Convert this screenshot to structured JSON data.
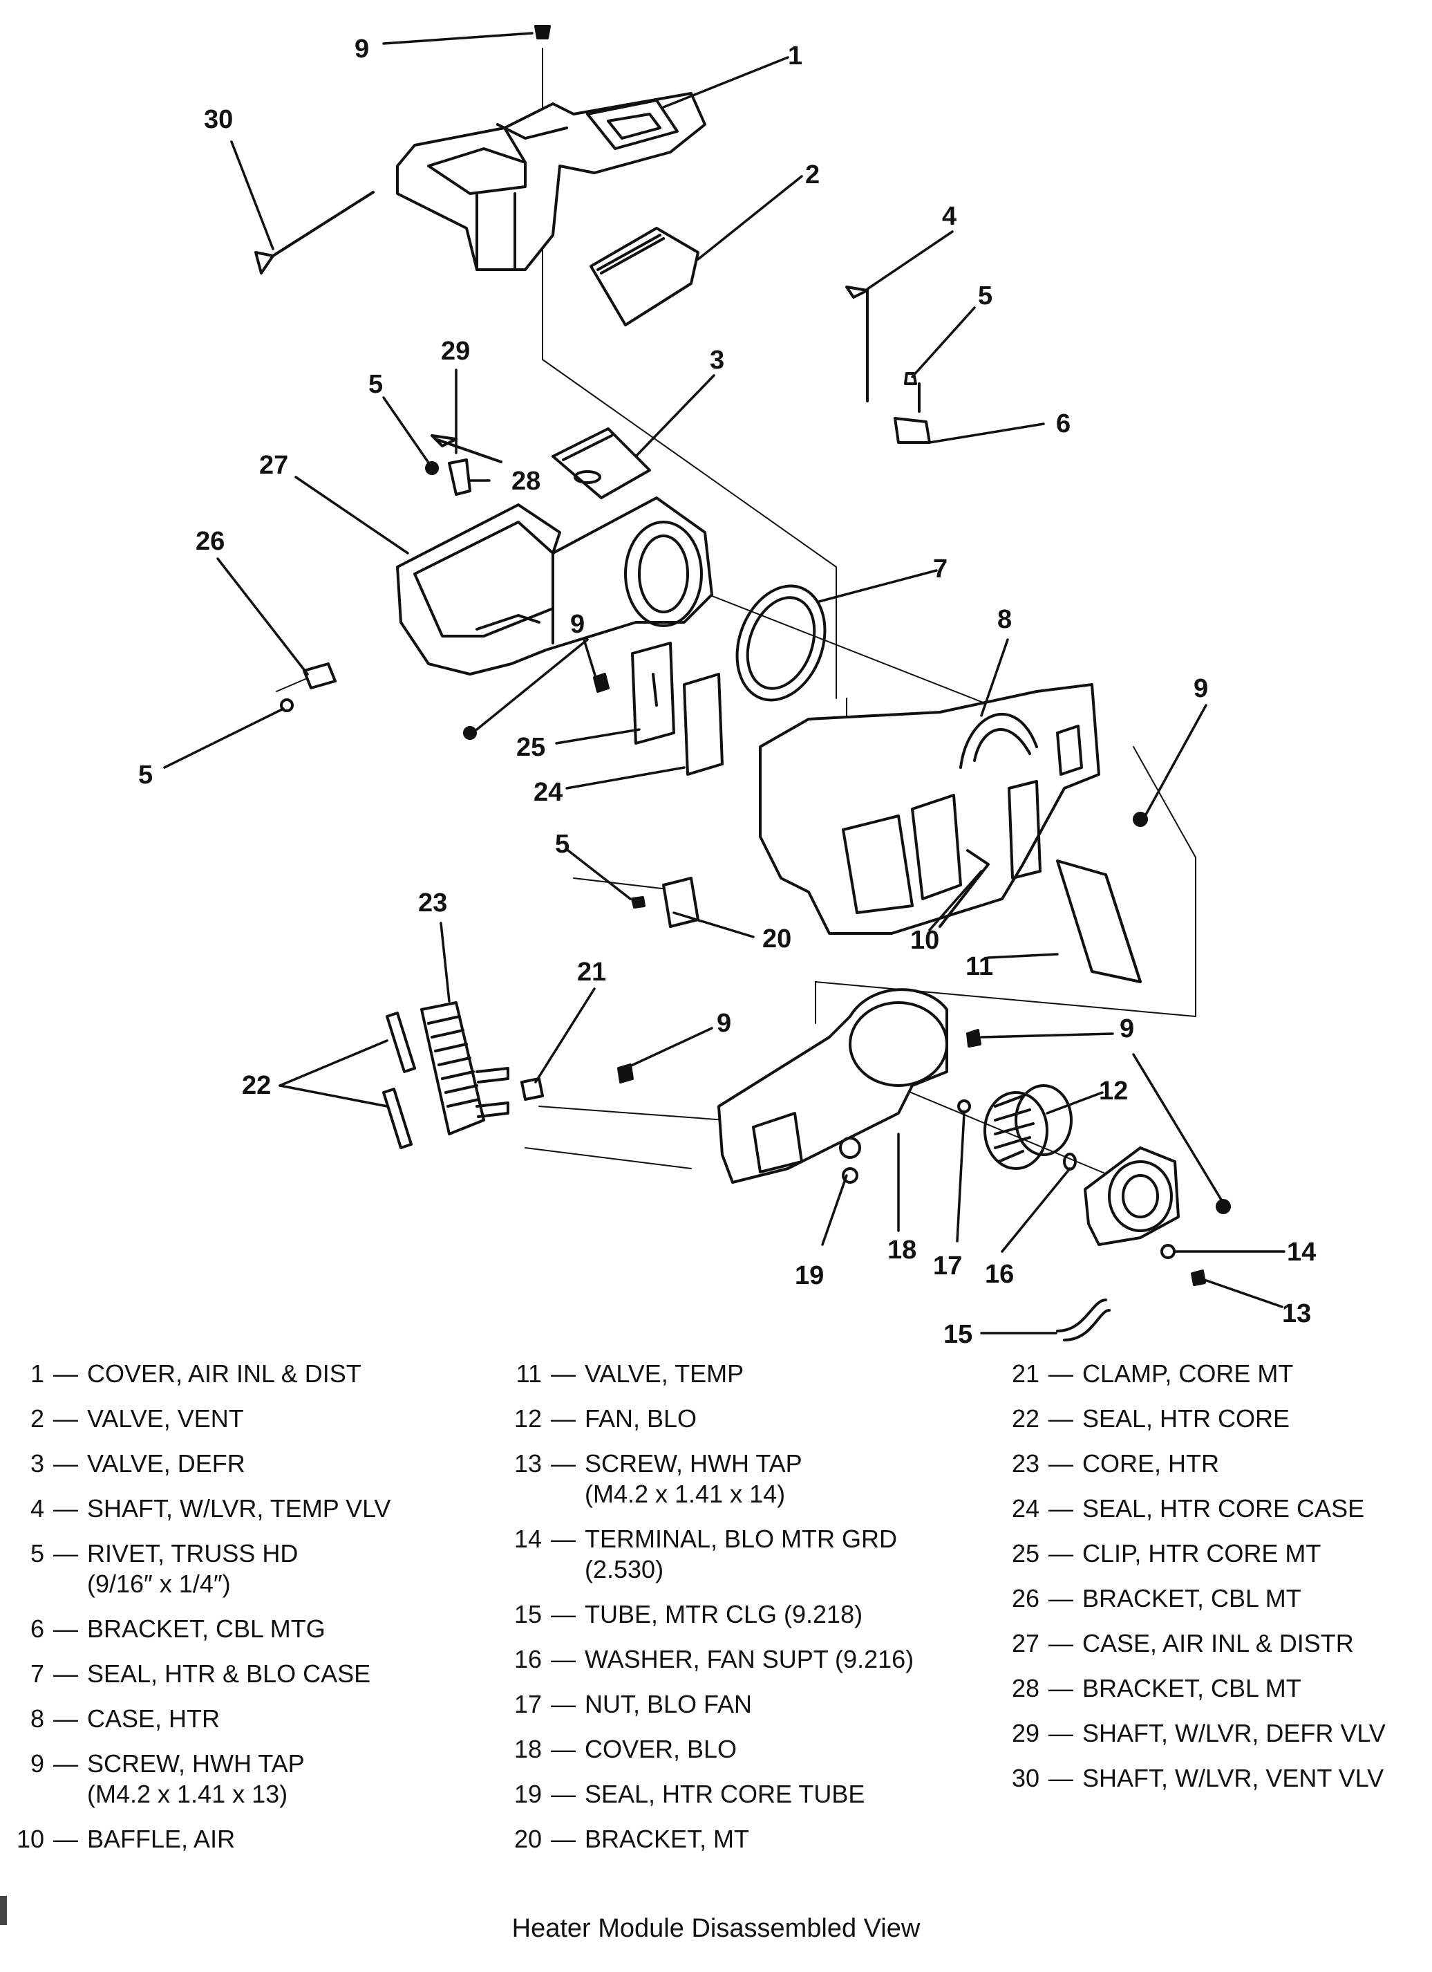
{
  "callouts": [
    "9",
    "1",
    "30",
    "2",
    "4",
    "5",
    "29",
    "3",
    "5",
    "6",
    "27",
    "28",
    "26",
    "7",
    "8",
    "9",
    "9",
    "25",
    "24",
    "5",
    "9",
    "5",
    "23",
    "20",
    "21",
    "10",
    "11",
    "9",
    "9",
    "22",
    "12",
    "19",
    "18",
    "17",
    "16",
    "14",
    "13",
    "15"
  ],
  "legend": {
    "col1": [
      {
        "num": "1",
        "text": "COVER, AIR INL & DIST"
      },
      {
        "num": "2",
        "text": "VALVE, VENT"
      },
      {
        "num": "3",
        "text": "VALVE, DEFR"
      },
      {
        "num": "4",
        "text": "SHAFT, W/LVR, TEMP VLV"
      },
      {
        "num": "5",
        "text": "RIVET, TRUSS HD\n(9/16″ x 1/4″)"
      },
      {
        "num": "6",
        "text": "BRACKET, CBL MTG"
      },
      {
        "num": "7",
        "text": "SEAL, HTR & BLO CASE"
      },
      {
        "num": "8",
        "text": "CASE, HTR"
      },
      {
        "num": "9",
        "text": "SCREW, HWH TAP\n(M4.2 x 1.41 x 13)"
      },
      {
        "num": "10",
        "text": "BAFFLE, AIR"
      }
    ],
    "col2": [
      {
        "num": "11",
        "text": "VALVE, TEMP"
      },
      {
        "num": "12",
        "text": "FAN, BLO"
      },
      {
        "num": "13",
        "text": "SCREW, HWH TAP\n(M4.2 x 1.41 x 14)"
      },
      {
        "num": "14",
        "text": "TERMINAL, BLO MTR GRD\n(2.530)"
      },
      {
        "num": "15",
        "text": "TUBE, MTR CLG (9.218)"
      },
      {
        "num": "16",
        "text": "WASHER, FAN SUPT (9.216)"
      },
      {
        "num": "17",
        "text": "NUT, BLO FAN"
      },
      {
        "num": "18",
        "text": "COVER, BLO"
      },
      {
        "num": "19",
        "text": "SEAL, HTR CORE TUBE"
      },
      {
        "num": "20",
        "text": "BRACKET, MT"
      }
    ],
    "col3": [
      {
        "num": "21",
        "text": "CLAMP, CORE MT"
      },
      {
        "num": "22",
        "text": "SEAL, HTR CORE"
      },
      {
        "num": "23",
        "text": "CORE, HTR"
      },
      {
        "num": "24",
        "text": "SEAL, HTR CORE CASE"
      },
      {
        "num": "25",
        "text": "CLIP, HTR CORE MT"
      },
      {
        "num": "26",
        "text": "BRACKET, CBL MT"
      },
      {
        "num": "27",
        "text": "CASE, AIR INL & DISTR"
      },
      {
        "num": "28",
        "text": "BRACKET, CBL MT"
      },
      {
        "num": "29",
        "text": "SHAFT, W/LVR, DEFR VLV"
      },
      {
        "num": "30",
        "text": "SHAFT, W/LVR, VENT VLV"
      }
    ]
  },
  "caption": "Heater Module Disassembled View",
  "colors": {
    "ink": "#111111",
    "background": "#ffffff"
  }
}
